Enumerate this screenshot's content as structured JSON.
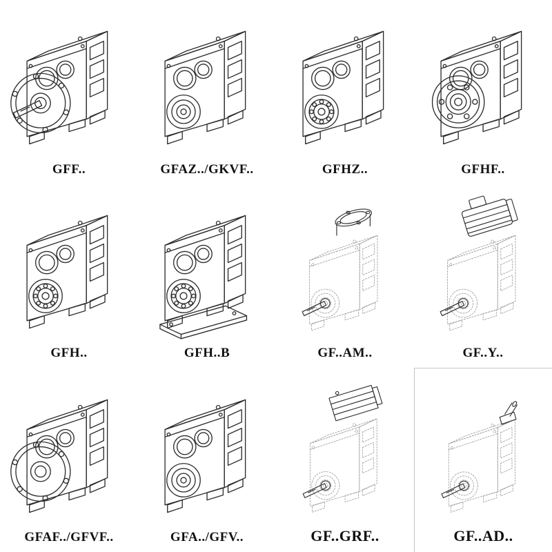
{
  "page": {
    "kind": "gear-reducer-catalog-grid",
    "background": "#ffffff",
    "colors": {
      "line": "#2d2d2d",
      "ghost_line": "#9a9a9a",
      "label_text": "#111111"
    },
    "grid": {
      "columns": 4,
      "rows": 3
    }
  },
  "items": [
    {
      "label": "GFF..",
      "drawing": "gearbox-output-flange-solid-shaft-icon",
      "style": "solid"
    },
    {
      "label": "GFAZ../GKVF..",
      "drawing": "gearbox-hollow-shaft-icon",
      "style": "solid"
    },
    {
      "label": "GFHZ..",
      "drawing": "gearbox-hollow-shaft-bearing-icon",
      "style": "solid"
    },
    {
      "label": "GFHF..",
      "drawing": "gearbox-flange-hollow-shaft-icon",
      "style": "solid"
    },
    {
      "label": "GFH..",
      "drawing": "gearbox-hollow-shaft-bearing-icon",
      "style": "solid"
    },
    {
      "label": "GFH..B",
      "drawing": "gearbox-hollow-shaft-base-plate-icon",
      "style": "solid"
    },
    {
      "label": "GF..AM..",
      "drawing": "gearbox-iec-motor-adapter-icon",
      "style": "dashed"
    },
    {
      "label": "GF..Y..",
      "drawing": "gearbox-with-motor-icon",
      "style": "dashed"
    },
    {
      "label": "GFAF../GFVF..",
      "drawing": "gearbox-output-flange-hollow-icon",
      "style": "solid"
    },
    {
      "label": "GFA../GFV..",
      "drawing": "gearbox-hollow-shaft-icon",
      "style": "solid"
    },
    {
      "label": "GF..GRF..",
      "drawing": "gearbox-motor-block-icon",
      "style": "dashed"
    },
    {
      "label": "GF..AD..",
      "drawing": "gearbox-input-shaft-adapter-icon",
      "style": "dashed"
    }
  ]
}
